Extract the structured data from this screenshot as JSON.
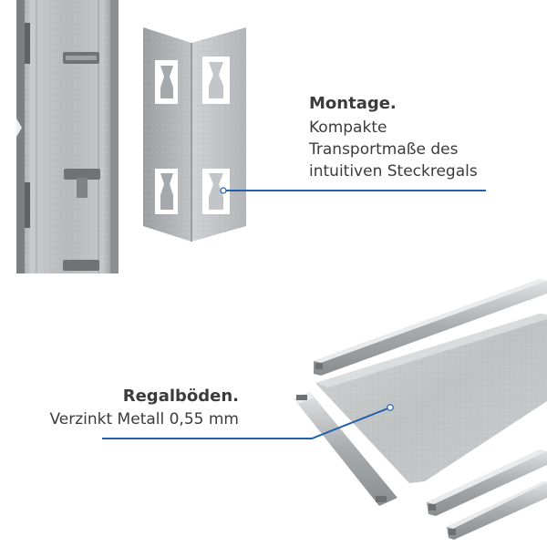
{
  "montage": {
    "title": "Montage.",
    "lines": [
      "Kompakte",
      "Transportmaße des",
      "intuitiven Steckregals"
    ]
  },
  "regalboeden": {
    "title": "Regalböden.",
    "text": "Verzinkt Metall 0,55 mm"
  },
  "colors": {
    "accent": "#1f5fae",
    "text": "#3b3b3b",
    "metal": "#b9bcbf"
  }
}
